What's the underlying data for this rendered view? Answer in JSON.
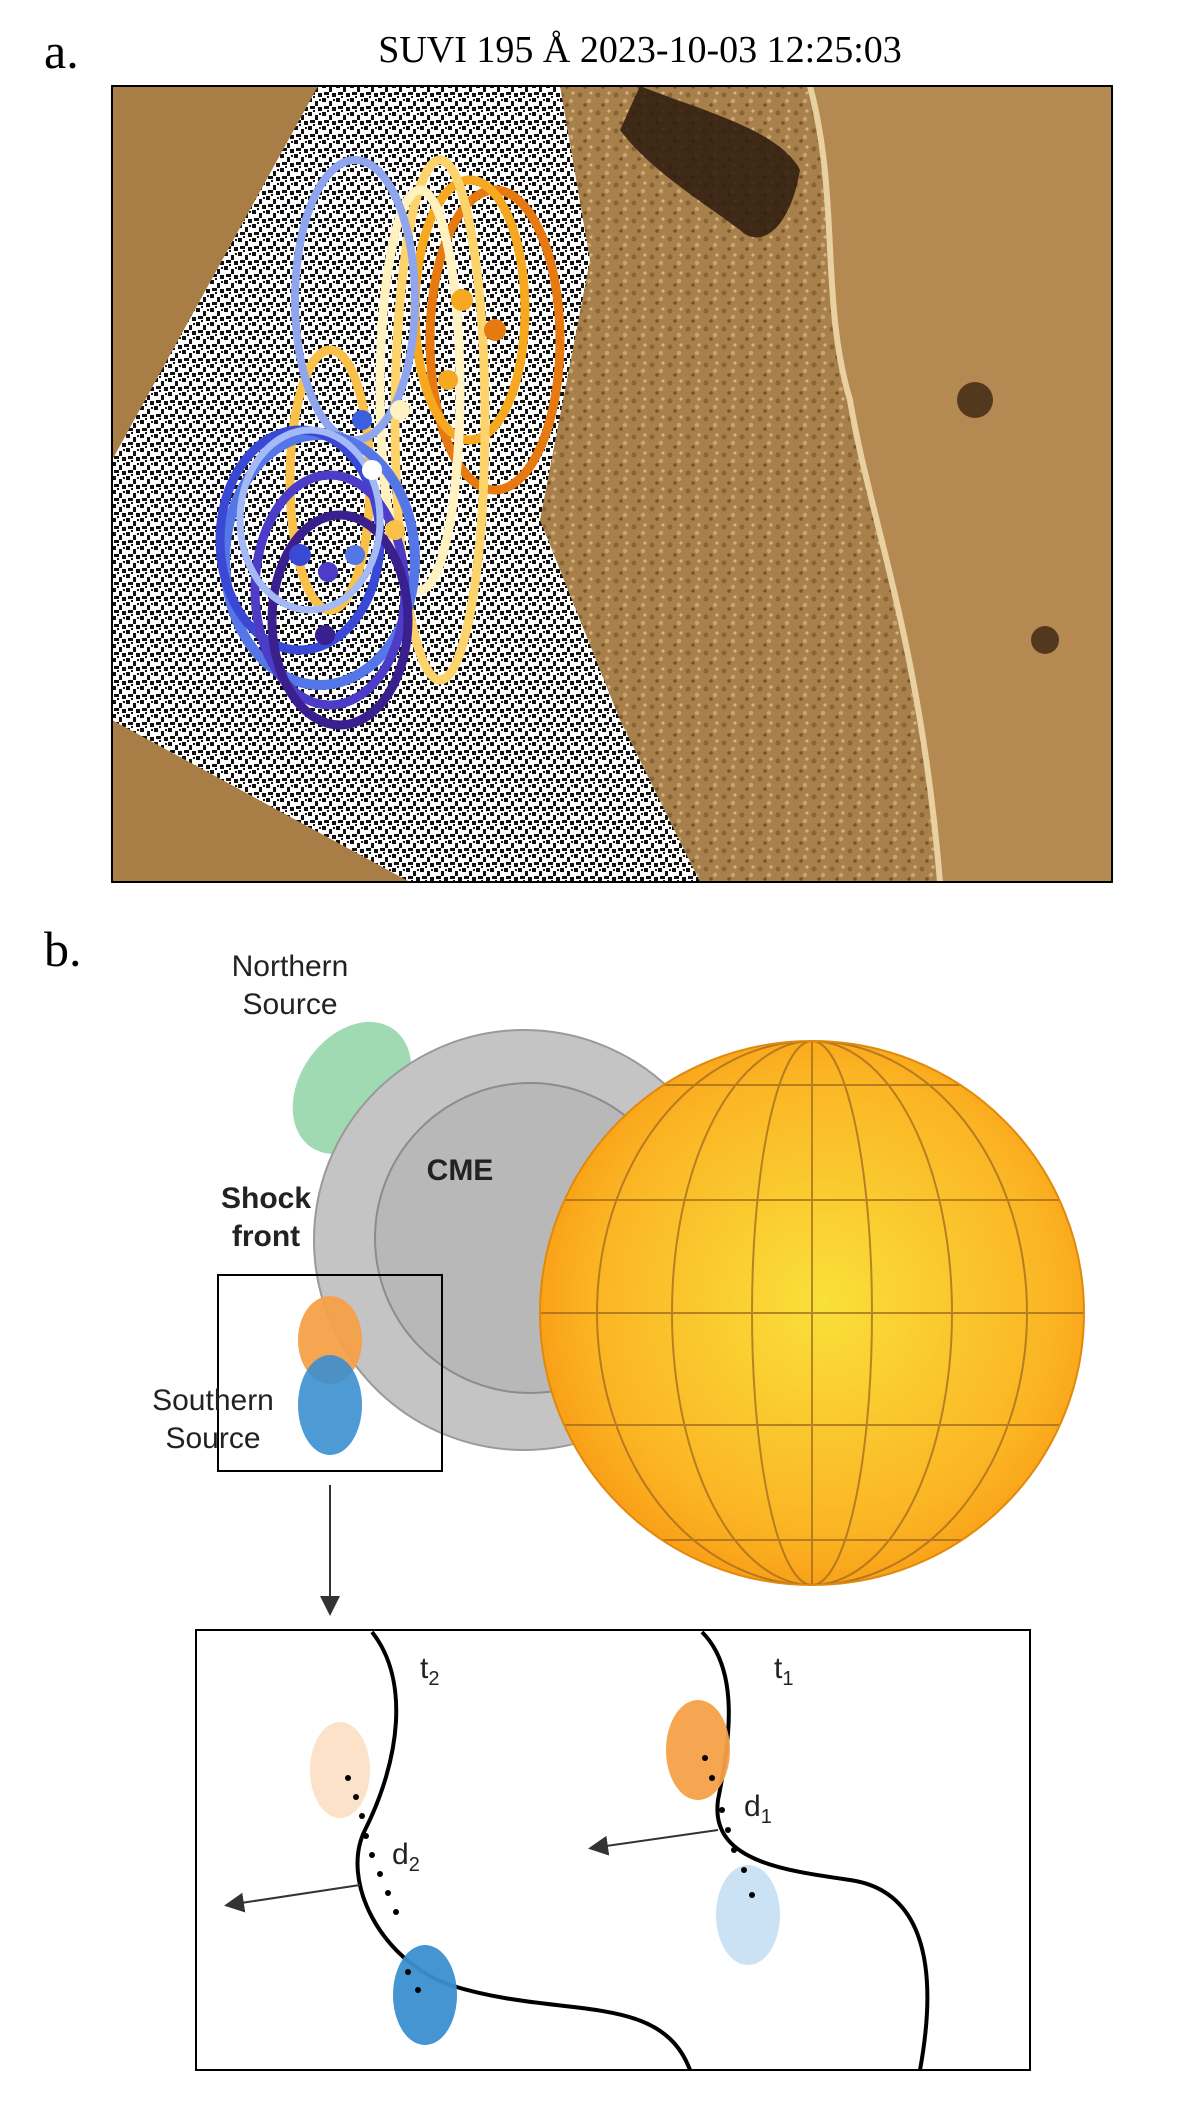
{
  "panel_a": {
    "letter": "a.",
    "title": "SUVI 195 Å 2023-10-03 12:25:03"
  },
  "panel_b": {
    "letter": "b.",
    "northern_source": [
      "Northern",
      "Source"
    ],
    "southern_source": [
      "Southern",
      "Source"
    ],
    "shock_front": [
      "Shock",
      "front"
    ],
    "cme": "CME",
    "t2_main": "t",
    "t2_sub": "2",
    "t1_main": "t",
    "t1_sub": "1",
    "d2_main": "d",
    "d2_sub": "2",
    "d1_main": "d",
    "d1_sub": "1"
  },
  "colors": {
    "sun_center": "#f9e03a",
    "sun_edge": "#f99a10",
    "cme_gray": "#bdbdbd",
    "north_source": "#8fd3a5",
    "south_orange": "#f4a050",
    "south_blue": "#3b8fd0",
    "solar_bg": "#b08040"
  }
}
